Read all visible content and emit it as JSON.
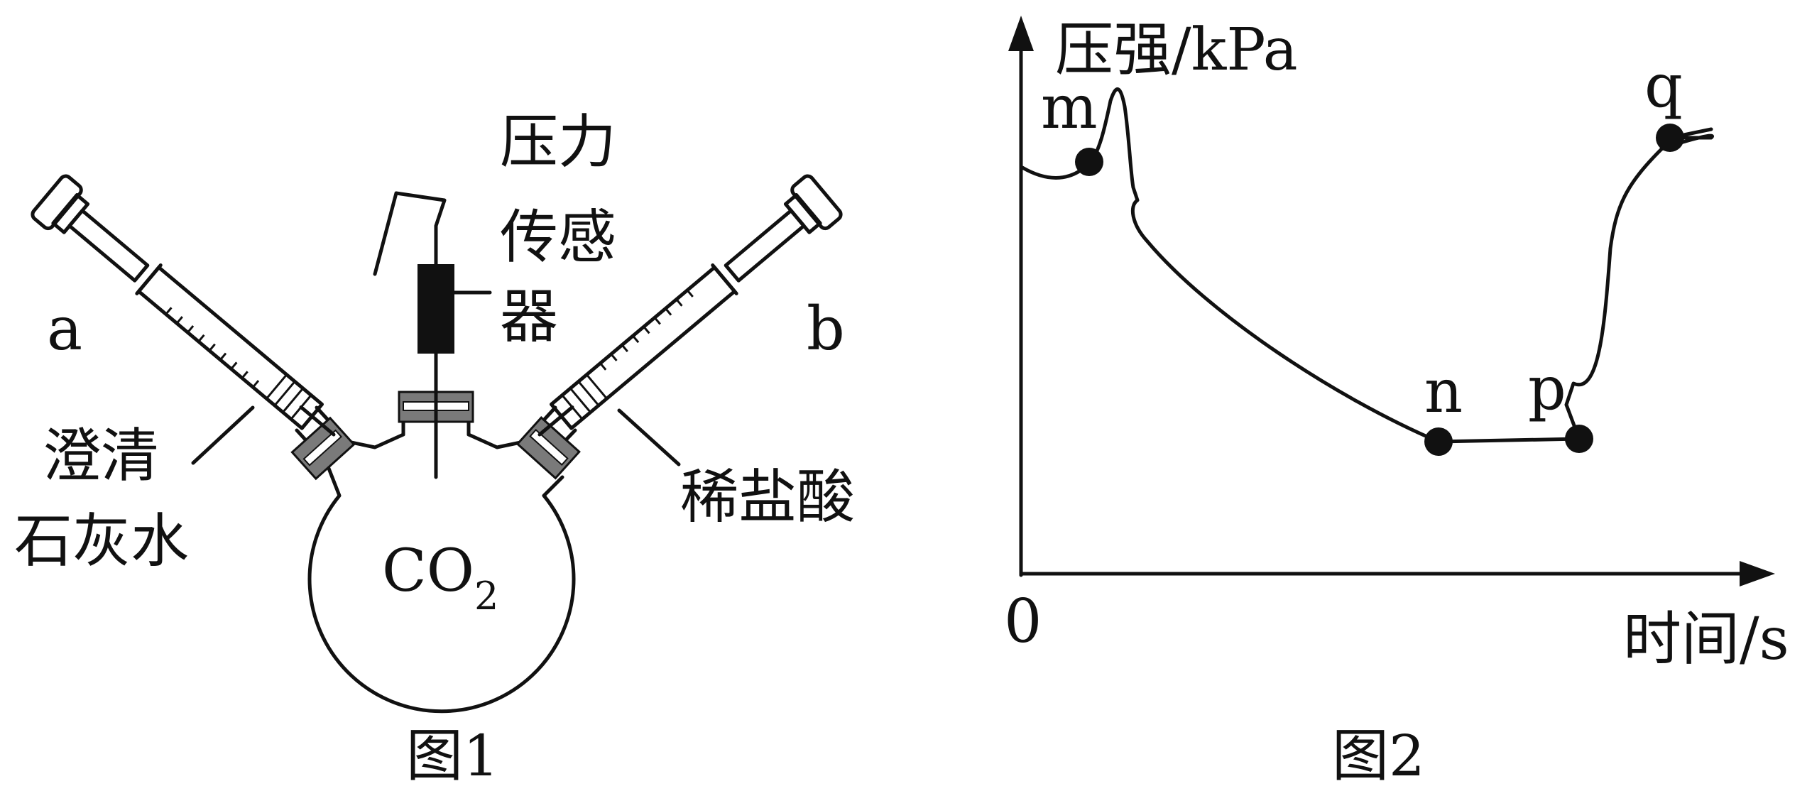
{
  "figure1": {
    "caption": "图1",
    "flask_gas": "CO",
    "flask_gas_subscript": "2",
    "sensor_label_lines": [
      "压力",
      "传感",
      "器"
    ],
    "syringe_a_label": "a",
    "syringe_b_label": "b",
    "syringe_a_content_lines": [
      "澄清",
      "石灰水"
    ],
    "syringe_b_content": "稀盐酸"
  },
  "figure2": {
    "caption": "图2",
    "y_axis_label": "压强/kPa",
    "x_axis_label": "时间/s",
    "origin_label": "0",
    "points": [
      {
        "name": "m"
      },
      {
        "name": "n"
      },
      {
        "name": "p"
      },
      {
        "name": "q"
      }
    ]
  },
  "colors": {
    "ink": "#111111",
    "stopper": "#7a7a7a",
    "background": "#ffffff"
  }
}
